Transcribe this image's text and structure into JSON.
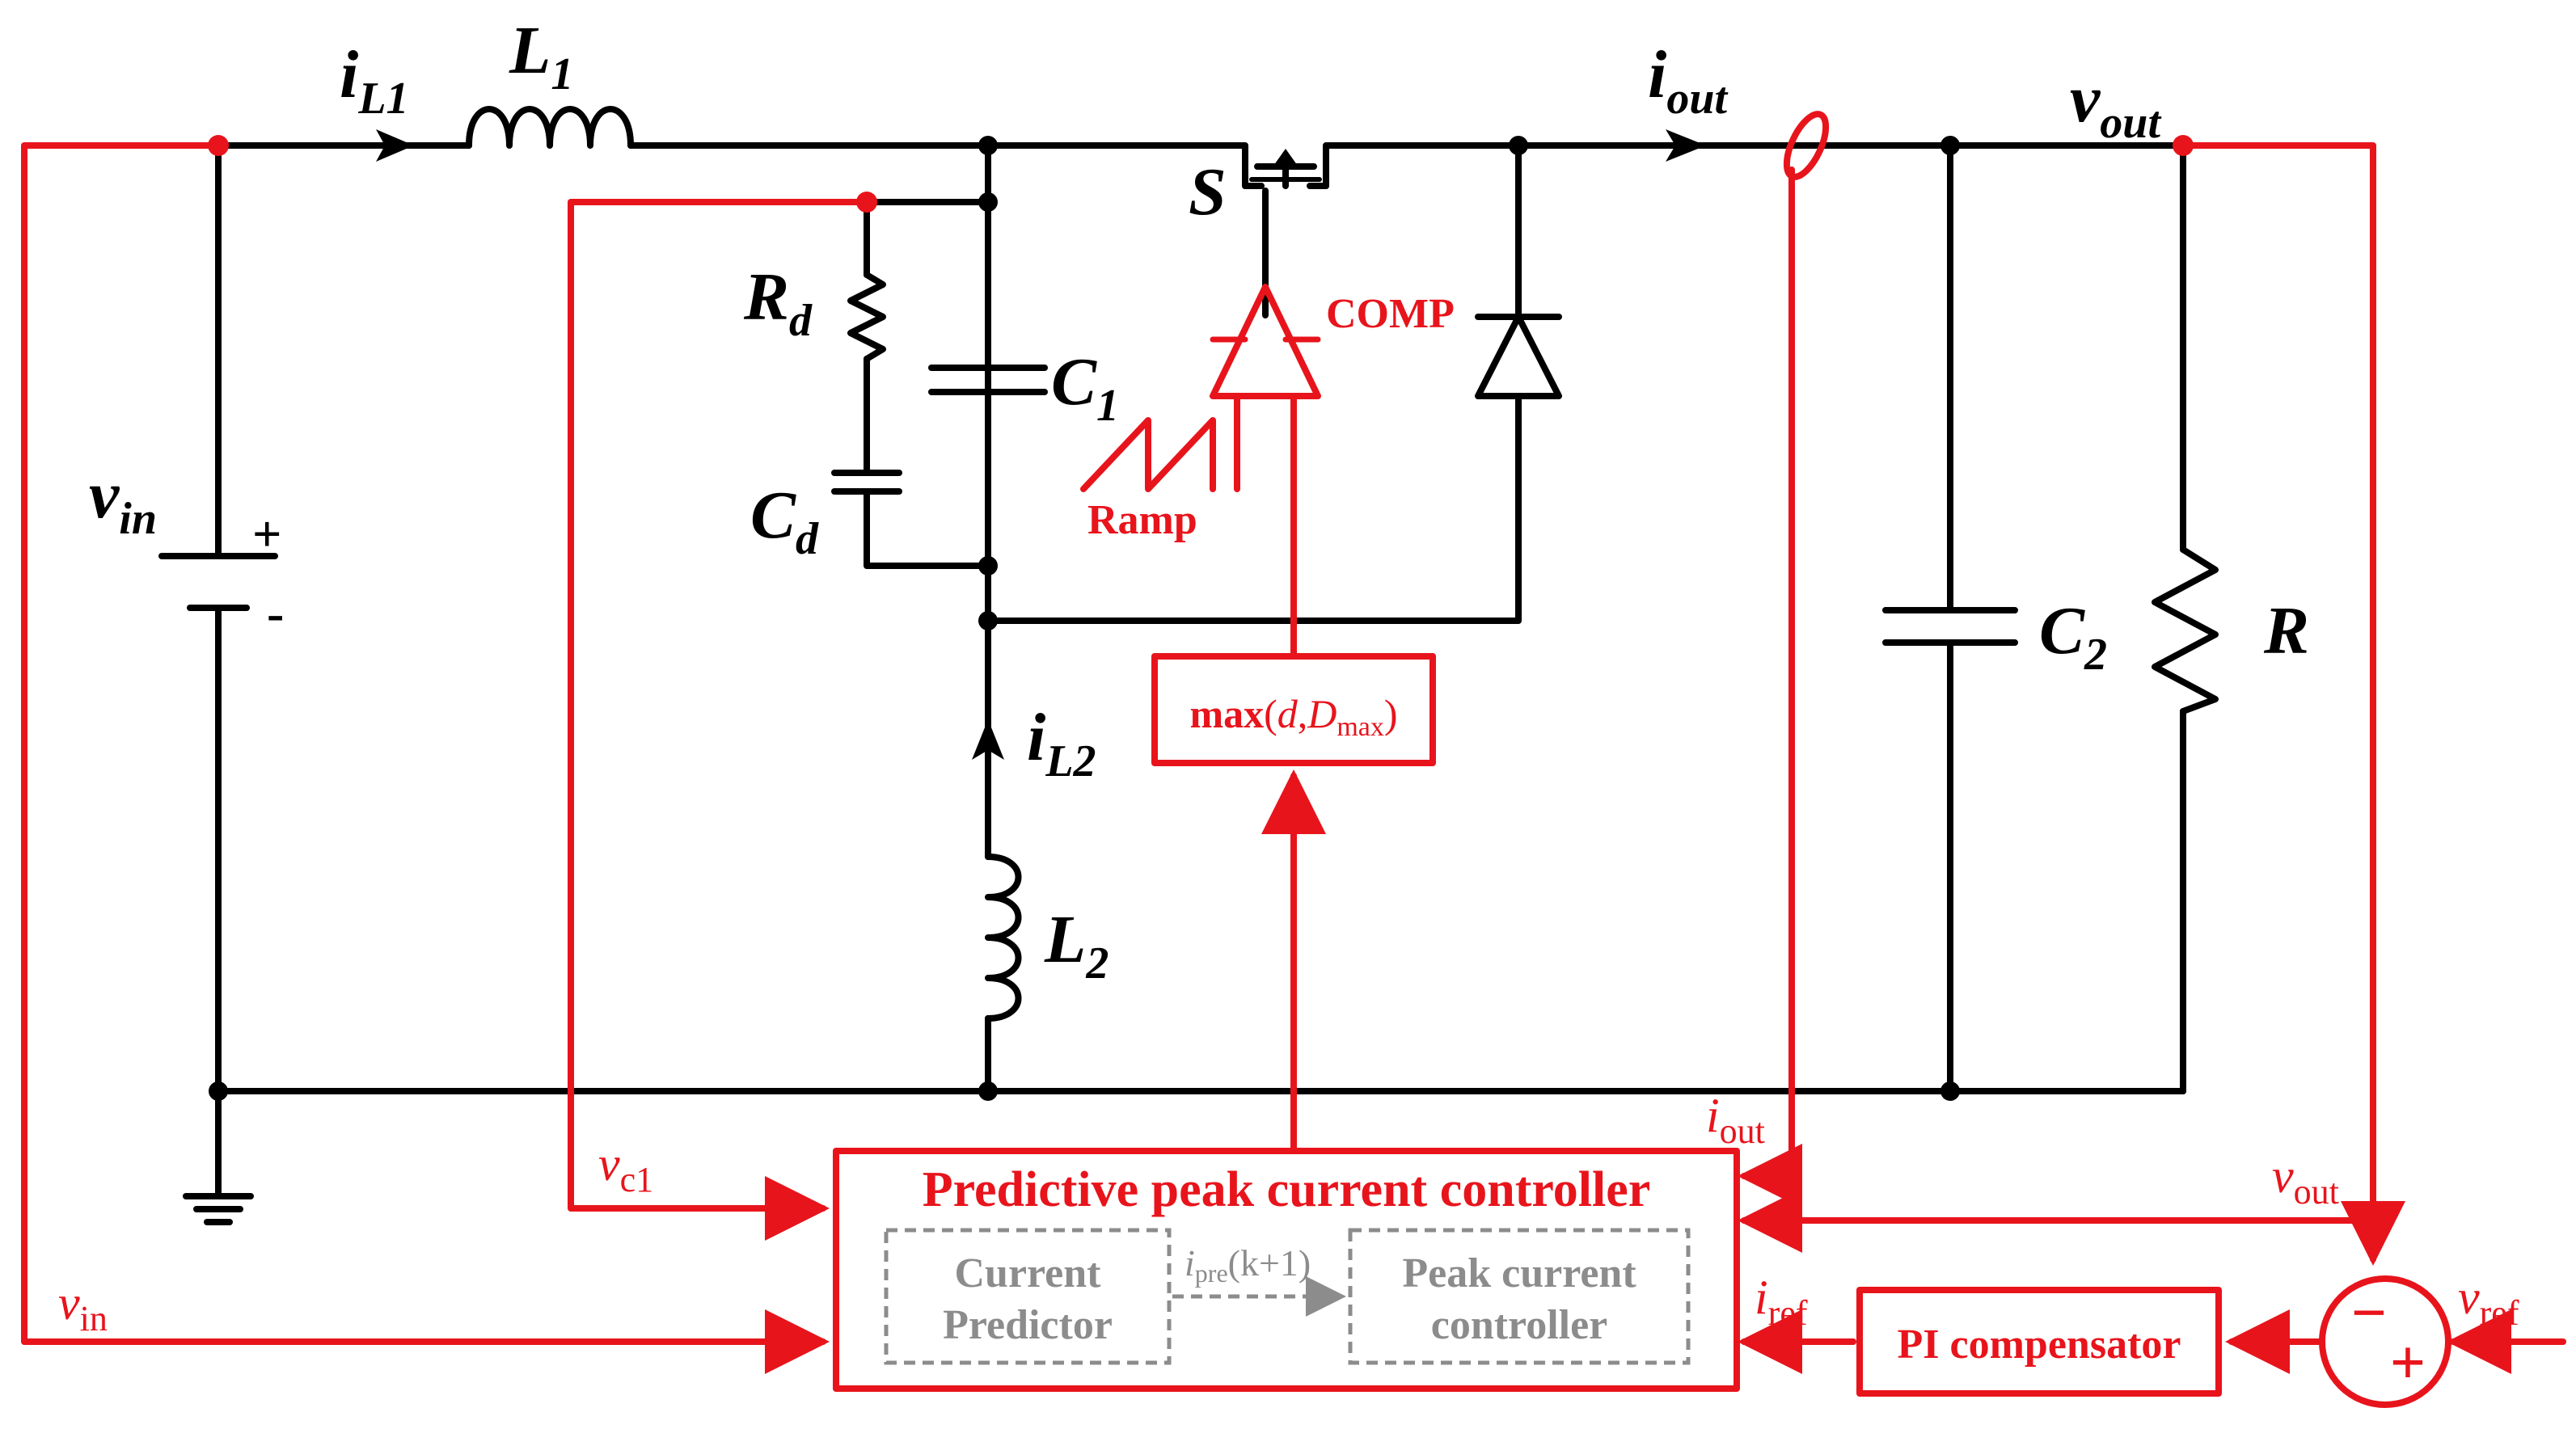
{
  "colors": {
    "circuit": "#000000",
    "control": "#e8141c",
    "inner": "#8c8c8c"
  },
  "circuit": {
    "vin": {
      "main": "v",
      "sub": "in"
    },
    "plus": "+",
    "minus": "-",
    "iL1": {
      "main": "i",
      "sub": "L1"
    },
    "L1": {
      "main": "L",
      "sub": "1"
    },
    "Rd": {
      "main": "R",
      "sub": "d"
    },
    "Cd": {
      "main": "C",
      "sub": "d"
    },
    "C1": {
      "main": "C",
      "sub": "1"
    },
    "S": "S",
    "comp": "COMP",
    "ramp": "Ramp",
    "iout": {
      "main": "i",
      "sub": "out"
    },
    "vout": {
      "main": "v",
      "sub": "out"
    },
    "C2": {
      "main": "C",
      "sub": "2"
    },
    "R": "R",
    "iL2": {
      "main": "i",
      "sub": "L2"
    },
    "L2": {
      "main": "L",
      "sub": "2"
    }
  },
  "control": {
    "max_block": {
      "fn": "max",
      "open": "(",
      "arg1": "d",
      "comma": ",",
      "arg2": "D",
      "arg2_sub": "max",
      "close": ")"
    },
    "controller_title": "Predictive peak current controller",
    "current_predictor": [
      "Current",
      "Predictor"
    ],
    "peak_current_controller": [
      "Peak current",
      "controller"
    ],
    "ipre": {
      "main": "i",
      "sub": "pre",
      "arg": "(k+1)"
    },
    "pi_compensator": "PI compensator",
    "sum_minus": "−",
    "sum_plus": "+",
    "vc1": {
      "main": "v",
      "sub": "c1"
    },
    "vin": {
      "main": "v",
      "sub": "in"
    },
    "iout": {
      "main": "i",
      "sub": "out"
    },
    "vout": {
      "main": "v",
      "sub": "out"
    },
    "iref": {
      "main": "i",
      "sub": "ref"
    },
    "vref": {
      "main": "v",
      "sub": "ref"
    }
  }
}
